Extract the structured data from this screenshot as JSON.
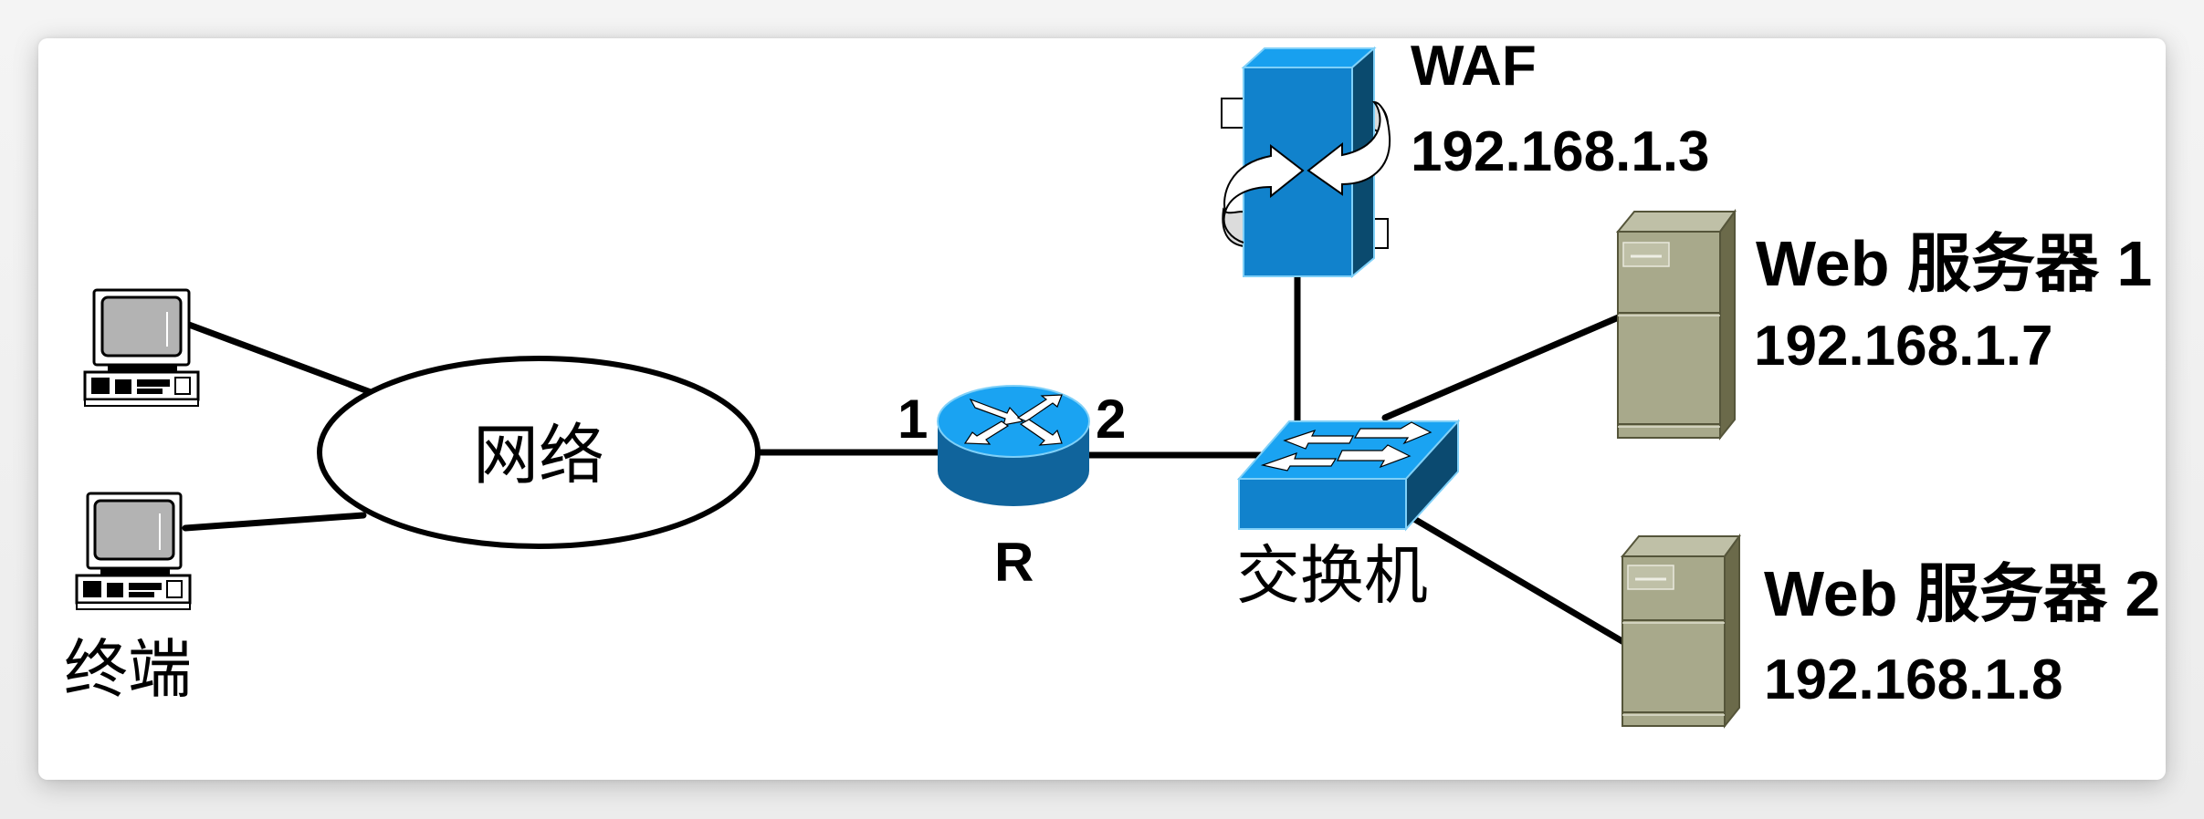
{
  "diagram": {
    "title": "WAF network topology",
    "nodes": {
      "terminals": {
        "label": "终端",
        "count": 2,
        "icon": "desktop-computer-icon"
      },
      "network": {
        "label": "网络",
        "shape": "ellipse"
      },
      "router": {
        "label": "R",
        "port_left": "1",
        "port_right": "2",
        "icon": "router-icon"
      },
      "switch": {
        "label": "交换机",
        "icon": "switch-icon"
      },
      "waf": {
        "name": "WAF",
        "ip": "192.168.1.3",
        "icon": "firewall-icon"
      },
      "server1": {
        "name": "Web 服务器 1",
        "ip": "192.168.1.7",
        "icon": "server-tower-icon"
      },
      "server2": {
        "name": "Web 服务器 2",
        "ip": "192.168.1.8",
        "icon": "server-tower-icon"
      }
    },
    "links": [
      {
        "from": "terminal-1",
        "to": "network"
      },
      {
        "from": "terminal-2",
        "to": "network"
      },
      {
        "from": "network",
        "to": "router",
        "port": "1"
      },
      {
        "from": "router",
        "to": "switch",
        "port": "2"
      },
      {
        "from": "switch",
        "to": "waf"
      },
      {
        "from": "switch",
        "to": "server1"
      },
      {
        "from": "switch",
        "to": "server2"
      }
    ],
    "colors": {
      "cisco_blue_top": "#1aa3f2",
      "cisco_blue_front": "#1182cc",
      "cisco_blue_side": "#0b4a70",
      "router_body": "#10649c",
      "server_front": "#a8a98b",
      "server_top": "#bfc0a7",
      "server_side": "#6b6a4a",
      "terminal_screen": "#b3b3b3"
    }
  }
}
